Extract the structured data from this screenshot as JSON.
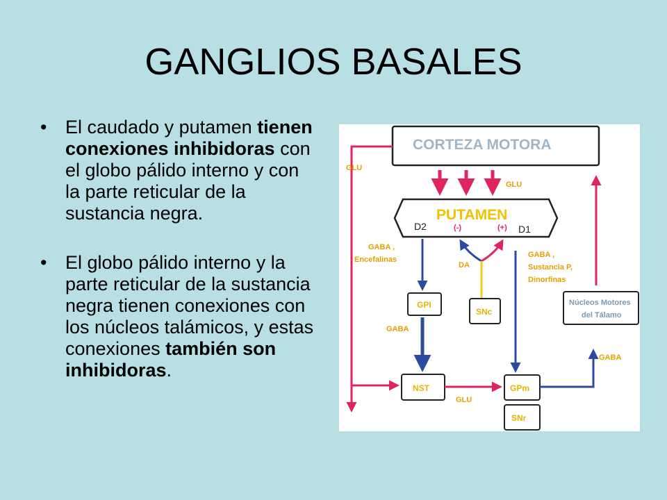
{
  "slide": {
    "title": "GANGLIOS BASALES",
    "bullet_symbol": "•",
    "bullets": [
      {
        "before": "El caudado y putamen ",
        "bold": "tienen conexiones inhibidoras",
        "after": " con el globo pálido interno y con la parte reticular de la sustancia negra."
      },
      {
        "before": "El globo pálido interno y la parte reticular de la sustancia negra tienen conexiones con los núcleos talámicos, y estas conexiones ",
        "bold": "también son inhibidoras",
        "after": "."
      }
    ]
  },
  "diagram": {
    "nodes": {
      "corteza": "CORTEZA MOTORA",
      "putamen": "PUTAMEN",
      "gpi": "GPI",
      "snc": "SNc",
      "nucleos_line1": "Núcleos Motores",
      "nucleos_line2": "del Tálamo",
      "nst": "NST",
      "gpm": "GPm",
      "snr": "SNr"
    },
    "labels": {
      "glu_left": "GLU",
      "glu_top": "GLU",
      "d2": "D2",
      "d1": "D1",
      "minus": "(-)",
      "plus": "(+)",
      "gaba_enc_1": "GABA ,",
      "gaba_enc_2": "Encefalinas",
      "da": "DA",
      "gaba_sp_1": "GABA ,",
      "gaba_sp_2": "Sustancia P,",
      "gaba_sp_3": "Dinorfinas",
      "gaba_mid": "GABA",
      "glu_bottom": "GLU",
      "gaba_right": "GABA"
    },
    "colors": {
      "red": "#e0245e",
      "blue": "#2b4aa0",
      "yellow": "#f2cc1a",
      "label_orange": "#e5a000",
      "corteza_text": "#9fb6c8",
      "putamen_text": "#f2c200",
      "node_text": "#e8b400",
      "nucleos_text": "#7a9ab4"
    }
  }
}
